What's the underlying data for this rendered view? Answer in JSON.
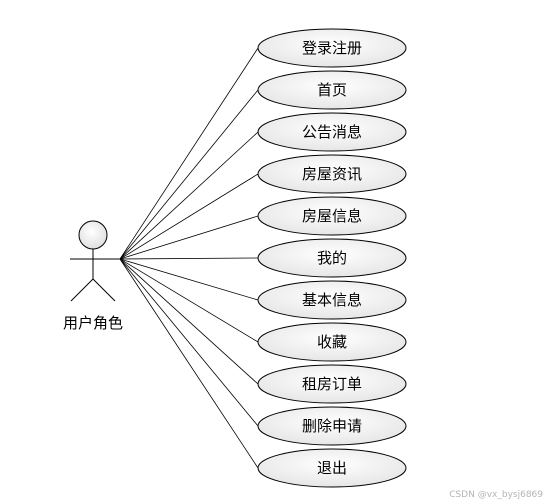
{
  "actor": {
    "label": "用户角色"
  },
  "use_cases": [
    {
      "label": "登录注册"
    },
    {
      "label": "首页"
    },
    {
      "label": "公告消息"
    },
    {
      "label": "房屋资讯"
    },
    {
      "label": "房屋信息"
    },
    {
      "label": "我的"
    },
    {
      "label": "基本信息"
    },
    {
      "label": "收藏"
    },
    {
      "label": "租房订单"
    },
    {
      "label": "删除申请"
    },
    {
      "label": "退出"
    }
  ],
  "watermark": "CSDN @vx_bysj6869",
  "colors": {
    "stroke": "#000000",
    "ellipse_fill": "#f2f2f2",
    "actor_head_fill": "#f2f2f2",
    "watermark": "#b4b4b4"
  }
}
